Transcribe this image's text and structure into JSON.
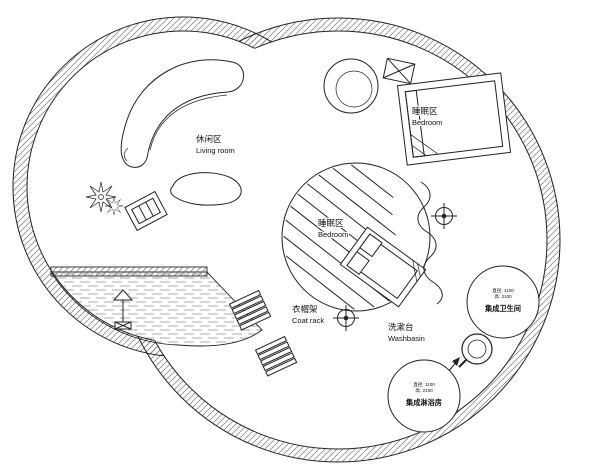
{
  "plan": {
    "areas": {
      "living_room": {
        "zh": "休闲区",
        "en": "Living room"
      },
      "bedroom_main": {
        "zh": "睡眠区",
        "en": "Bedroom"
      },
      "bedroom_pod": {
        "zh": "睡眠区",
        "en": "Bedroom"
      },
      "coat_rack": {
        "zh": "衣帽架",
        "en": "Coat rack"
      },
      "washbasin": {
        "zh": "洗漱台",
        "en": "Washbasin"
      },
      "bathroom_pod": {
        "spec1": "直径: 1100",
        "spec2": "高: 2100",
        "name": "集成卫生间"
      },
      "shower_pod": {
        "spec1": "直径: 1100",
        "spec2": "高: 2100",
        "name": "集成淋浴房"
      }
    },
    "colors": {
      "line": "#222222",
      "hatch": "#777777",
      "background": "#ffffff"
    }
  }
}
